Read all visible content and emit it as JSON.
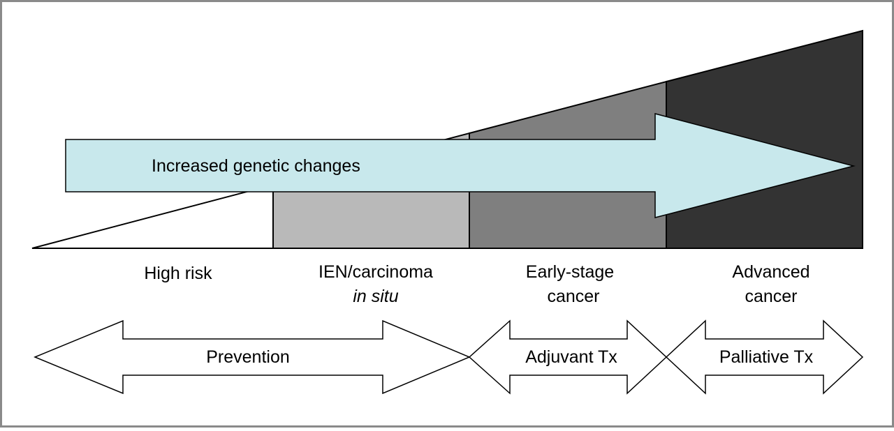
{
  "colors": {
    "frame": "#8a8a8a",
    "white": "#ffffff",
    "stage_ien": "#b9b9b9",
    "stage_early": "#7f7f7f",
    "stage_advanced": "#333333",
    "genetic_arrow": "#c8e8ec",
    "outline": "#000000"
  },
  "genetic_arrow": {
    "label": "Increased genetic changes"
  },
  "stages": [
    {
      "id": "high-risk",
      "line1": "High risk",
      "line2": ""
    },
    {
      "id": "ien",
      "line1": "IEN/carcinoma",
      "line2": "in situ"
    },
    {
      "id": "early",
      "line1": "Early-stage",
      "line2": "cancer"
    },
    {
      "id": "advanced",
      "line1": "Advanced",
      "line2": "cancer"
    }
  ],
  "interventions": [
    {
      "id": "prevention",
      "label": "Prevention"
    },
    {
      "id": "adjuvant",
      "label": "Adjuvant Tx"
    },
    {
      "id": "palliative",
      "label": "Palliative Tx"
    }
  ]
}
